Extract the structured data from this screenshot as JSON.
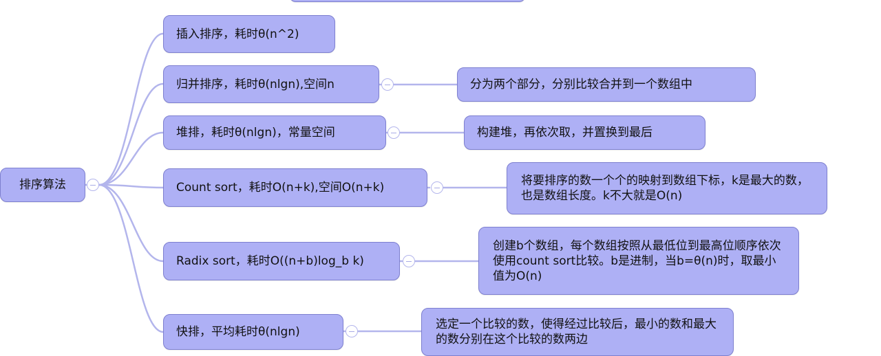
{
  "root": {
    "label": "排序算法"
  },
  "branches": [
    {
      "label": "插入排序，耗时θ(n^2)",
      "detail": null
    },
    {
      "label": "归并排序，耗时θ(nlgn),空间n",
      "detail": "分为两个部分，分别比较合并到一个数组中"
    },
    {
      "label": "堆排，耗时θ(nlgn)，常量空间",
      "detail": "构建堆，再依次取，并置换到最后"
    },
    {
      "label": "Count sort，耗时O(n+k),空间O(n+k)",
      "detail": "将要排序的数一个个的映射到数组下标，k是最大的数，也是数组长度。k不大就是O(n)"
    },
    {
      "label": "Radix sort，耗时O((n+b)log_b k)",
      "detail": "创建b个数组，每个数组按照从最低位到最高位顺序依次使用count sort比较。b是进制，当b=θ(n)时，取最小值为O(n)"
    },
    {
      "label": "快排，平均耗时θ(nlgn)",
      "detail": "选定一个比较的数，使得经过比较后，最小的数和最大的数分别在这个比较的数两边"
    }
  ],
  "colors": {
    "node_fill": "#aeb0f5",
    "node_border": "#7d7fcf",
    "link": "#b3b5ec"
  },
  "icons": {
    "collapse": "minus-circle-icon"
  }
}
